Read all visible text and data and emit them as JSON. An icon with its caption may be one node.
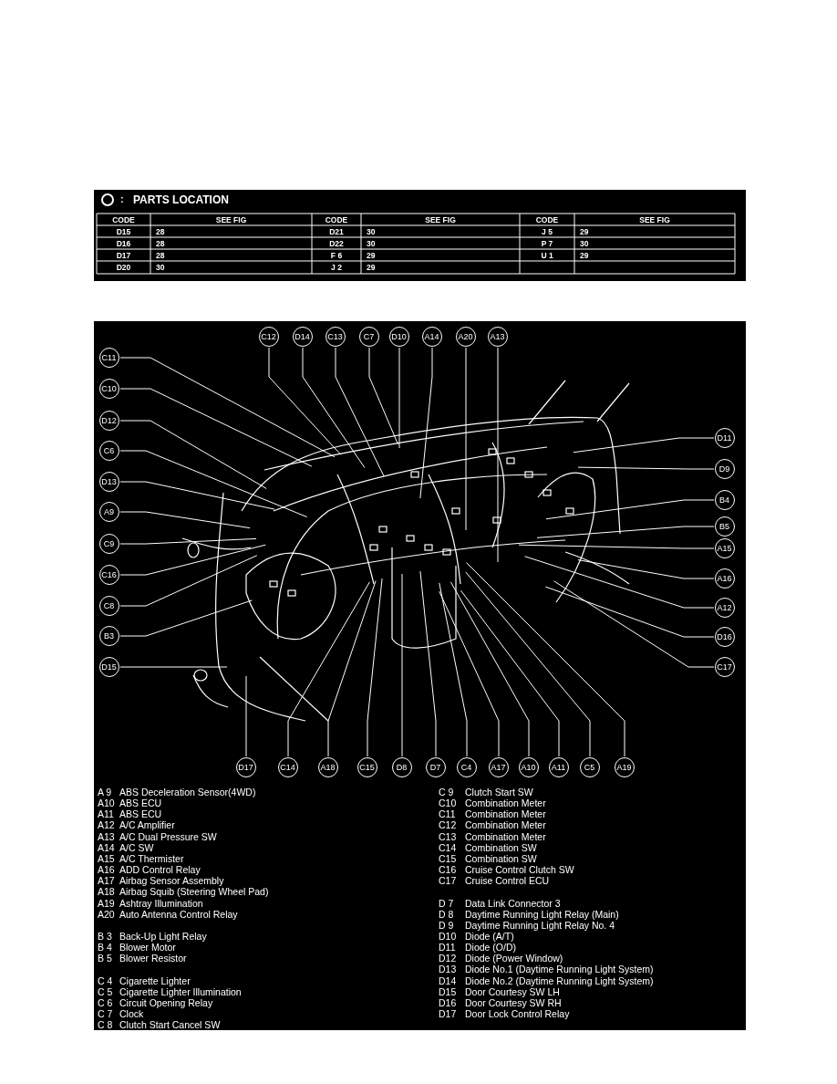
{
  "diagram": {
    "nodes": [
      {
        "text": [
          "C12"
        ]
      },
      {
        "text": [
          "D14"
        ]
      },
      {
        "text": [
          "C13"
        ]
      },
      {
        "text": [
          "C7"
        ]
      },
      {
        "text": [
          "D10"
        ]
      },
      {
        "text": [
          "A14"
        ]
      },
      {
        "text": [
          "A20"
        ]
      },
      {
        "text": [
          "A13"
        ]
      },
      {
        "text": [
          "C11"
        ]
      },
      {
        "text": [
          "C10"
        ]
      },
      {
        "text": [
          "D12"
        ]
      },
      {
        "text": [
          "C6"
        ]
      },
      {
        "text": [
          "D13"
        ]
      },
      {
        "text": [
          "A9"
        ]
      },
      {
        "text": [
          "C9"
        ]
      },
      {
        "text": [
          "C16"
        ]
      },
      {
        "text": [
          "C8"
        ]
      },
      {
        "text": [
          "B3"
        ]
      },
      {
        "text": [
          "D15"
        ]
      },
      {
        "text": [
          "D11"
        ]
      },
      {
        "text": [
          "D9"
        ]
      },
      {
        "text": [
          "B4"
        ]
      },
      {
        "text": [
          "B5"
        ]
      },
      {
        "text": [
          "A15"
        ]
      },
      {
        "text": [
          "A16"
        ]
      },
      {
        "text": [
          "A12"
        ]
      },
      {
        "text": [
          "D16"
        ]
      },
      {
        "text": [
          "C17"
        ]
      },
      {
        "text": [
          "D17"
        ]
      },
      {
        "text": [
          "C14"
        ]
      },
      {
        "text": [
          "A18"
        ]
      },
      {
        "text": [
          "C15"
        ]
      },
      {
        "text": [
          "D8"
        ]
      },
      {
        "text": [
          "D7"
        ]
      },
      {
        "text": [
          "C4"
        ]
      },
      {
        "text": [
          "A17"
        ]
      },
      {
        "text": [
          "A10"
        ]
      },
      {
        "text": [
          "A11"
        ]
      },
      {
        "text": [
          "C5"
        ]
      },
      {
        "text": [
          "A19"
        ]
      }
    ],
    "edges": [
      {
        "from": 0,
        "to": null,
        "arrow": "none"
      },
      {
        "from": 1,
        "to": null,
        "arrow": "none"
      },
      {
        "from": 2,
        "to": null,
        "arrow": "none"
      },
      {
        "from": 3,
        "to": null,
        "arrow": "none"
      },
      {
        "from": 4,
        "to": null,
        "arrow": "none"
      },
      {
        "from": 5,
        "to": null,
        "arrow": "none"
      },
      {
        "from": 6,
        "to": null,
        "arrow": "none"
      },
      {
        "from": 7,
        "to": null,
        "arrow": "none"
      },
      {
        "from": 8,
        "to": null,
        "arrow": "none"
      },
      {
        "from": 9,
        "to": null,
        "arrow": "none"
      },
      {
        "from": 10,
        "to": null,
        "arrow": "none"
      },
      {
        "from": 11,
        "to": null,
        "arrow": "none"
      },
      {
        "from": 12,
        "to": null,
        "arrow": "none"
      },
      {
        "from": 13,
        "to": null,
        "arrow": "none"
      },
      {
        "from": 14,
        "to": null,
        "arrow": "none"
      },
      {
        "from": 15,
        "to": null,
        "arrow": "none"
      },
      {
        "from": 16,
        "to": null,
        "arrow": "none"
      },
      {
        "from": 17,
        "to": null,
        "arrow": "none"
      },
      {
        "from": 18,
        "to": null,
        "arrow": "none"
      },
      {
        "from": 19,
        "to": null,
        "arrow": "none"
      },
      {
        "from": 20,
        "to": null,
        "arrow": "none"
      },
      {
        "from": 21,
        "to": null,
        "arrow": "none"
      },
      {
        "from": 22,
        "to": null,
        "arrow": "none"
      },
      {
        "from": 23,
        "to": null,
        "arrow": "none"
      },
      {
        "from": 24,
        "to": null,
        "arrow": "none"
      },
      {
        "from": 25,
        "to": null,
        "arrow": "none"
      },
      {
        "from": 26,
        "to": null,
        "arrow": "none"
      },
      {
        "from": 27,
        "to": null,
        "arrow": "none"
      },
      {
        "from": 28,
        "to": null,
        "arrow": "none"
      },
      {
        "from": 29,
        "to": null,
        "arrow": "none"
      },
      {
        "from": 30,
        "to": null,
        "arrow": "none"
      },
      {
        "from": 31,
        "to": null,
        "arrow": "none"
      },
      {
        "from": 32,
        "to": null,
        "arrow": "none"
      },
      {
        "from": 33,
        "to": null,
        "arrow": "none"
      },
      {
        "from": 34,
        "to": null,
        "arrow": "none"
      },
      {
        "from": 35,
        "to": null,
        "arrow": "none"
      },
      {
        "from": 36,
        "to": null,
        "arrow": "none"
      },
      {
        "from": 37,
        "to": null,
        "arrow": "none"
      },
      {
        "from": 38,
        "to": null,
        "arrow": "none"
      },
      {
        "from": 39,
        "to": null,
        "arrow": "none"
      }
    ],
    "labels": [
      ":",
      "PARTS LOCATION",
      "CODE",
      "SEE FIG",
      "CODE",
      "SEE FIG",
      "CODE",
      "SEE FIG",
      "D15",
      "28",
      "D21",
      "30",
      "J 5",
      "29",
      "D16",
      "28",
      "D22",
      "30",
      "P 7",
      "30",
      "D17",
      "28",
      "F 6",
      "29",
      "U 1",
      "29",
      "D20",
      "30",
      "J 2",
      "29",
      "A 9",
      "ABS Deceleration Sensor(4WD)",
      "A10",
      "ABS ECU",
      "A11",
      "ABS ECU",
      "A12",
      "A/C Amplifier",
      "A13",
      "A/C Dual Pressure SW",
      "A14",
      "A/C SW",
      "A15",
      "A/C Thermister",
      "A16",
      "ADD Control Relay",
      "A17",
      "Airbag Sensor Assembly",
      "A18",
      "Airbag Squib (Steering Wheel Pad)",
      "A19",
      "Ashtray Illumination",
      "A20",
      "Auto Antenna Control Relay",
      "B 3",
      "Back-Up Light Relay",
      "B 4",
      "Blower Motor",
      "B 5",
      "Blower Resistor",
      "C 4",
      "Cigarette Lighter",
      "C 5",
      "Cigarette Lighter Illumination",
      "C 6",
      "Circuit Opening Relay",
      "C 7",
      "Clock",
      "C 8",
      "Clutch Start Cancel SW",
      "C 9",
      "Clutch Start SW",
      "C10",
      "Combination Meter",
      "C11",
      "Combination Meter",
      "C12",
      "Combination Meter",
      "C13",
      "Combination Meter",
      "C14",
      "Combination SW",
      "C15",
      "Combination SW",
      "C16",
      "Cruise Control Clutch SW",
      "C17",
      "Cruise Control ECU",
      "D 7",
      "Data Link Connector 3",
      "D 8",
      "Daytime Running Light Relay (Main)",
      "D 9",
      "Daytime Running Light Relay No. 4",
      "D10",
      "Diode (A/T)",
      "D11",
      "Diode (O/D)",
      "D12",
      "Diode (Power Window)",
      "D13",
      "Diode No.1 (Daytime Running Light System)",
      "D14",
      "Diode No.2 (Daytime Running Light System)",
      "D15",
      "Door Courtesy SW LH",
      "D16",
      "Door Courtesy SW RH",
      "D17",
      "Door Lock Control Relay"
    ]
  }
}
